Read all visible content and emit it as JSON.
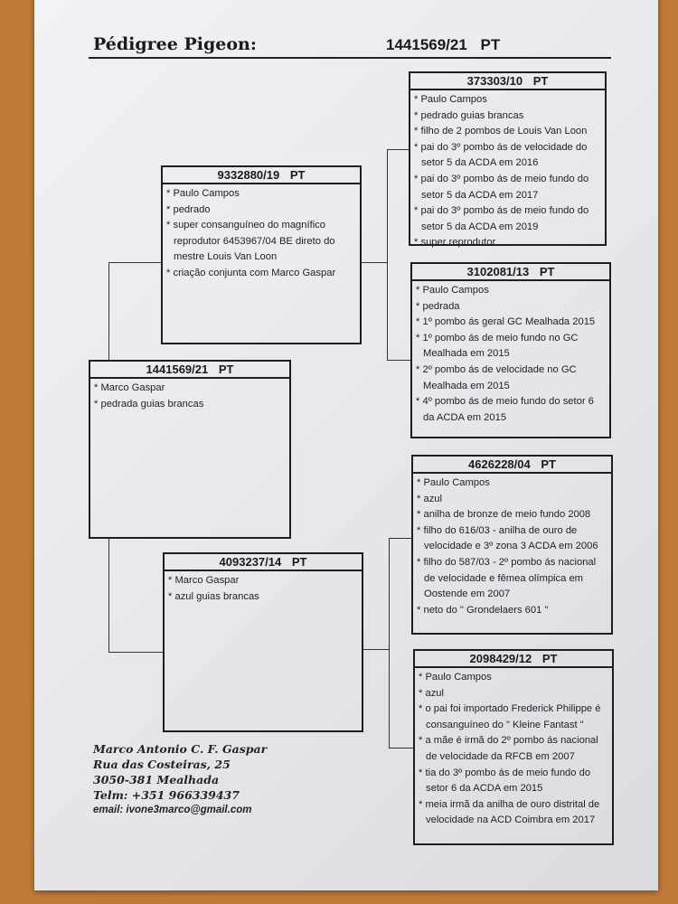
{
  "header": {
    "title": "Pédigree Pigeon:",
    "ring": "1441569/21   PT"
  },
  "birds": {
    "main": {
      "ring": "1441569/21   PT",
      "notes": [
        "Marco Gaspar",
        "pedrada guias brancas"
      ]
    },
    "sire": {
      "ring": "9332880/19   PT",
      "notes": [
        "Paulo Campos",
        "pedrado",
        "super consanguíneo do magnífico reprodutor 6453967/04 BE direto do mestre Louis Van Loon",
        "criação conjunta com Marco Gaspar"
      ]
    },
    "dam": {
      "ring": "4093237/14   PT",
      "notes": [
        "Marco Gaspar",
        "azul guias brancas"
      ]
    },
    "ss": {
      "ring": "373303/10   PT",
      "notes": [
        "Paulo Campos",
        "pedrado guias brancas",
        "filho de 2 pombos de Louis Van Loon",
        "pai do 3º pombo ás de velocidade do setor 5 da ACDA em 2016",
        "pai do 3º pombo ás de meio fundo do setor 5 da ACDA em 2017",
        "pai do 3º pombo ás de meio fundo do setor 5 da ACDA em 2019",
        "super reprodutor"
      ]
    },
    "sd": {
      "ring": "3102081/13   PT",
      "notes": [
        "Paulo Campos",
        "pedrada",
        "1º pombo ás geral GC Mealhada 2015",
        "1º pombo ás de meio fundo no GC Mealhada em 2015",
        "2º pombo ás de velocidade no GC Mealhada em 2015",
        "4º pombo ás de meio fundo do setor 6 da ACDA em 2015"
      ]
    },
    "ds": {
      "ring": "4626228/04   PT",
      "notes": [
        "Paulo Campos",
        "azul",
        "anilha de bronze de meio fundo 2008",
        "filho do 616/03 - anilha de ouro de velocidade e 3º zona 3 ACDA em 2006",
        "filho do 587/03 - 2º pombo ás nacional de velocidade e fêmea olímpica em Oostende em 2007",
        "neto do \" Grondelaers 601 \""
      ]
    },
    "dd": {
      "ring": "2098429/12   PT",
      "notes": [
        "Paulo Campos",
        "azul",
        "o pai foi importado Frederick Philippe é consanguíneo do \" Kleine Fantast \"",
        "a mãe é irmã do 2º pombo ás nacional de velocidade da RFCB em 2007",
        "tia do 3º pombo ás de meio fundo do setor 6 da ACDA em 2015",
        "meia irmã da anilha de ouro distrital de velocidade na ACD Coimbra em 2017"
      ]
    }
  },
  "contact": {
    "name": "Marco Antonio C. F. Gaspar",
    "street": "Rua das Costeiras, 25",
    "city": "3050-381 Mealhada",
    "phone": "Telm: +351 966339437",
    "email": "email: ivone3marco@gmail.com"
  }
}
